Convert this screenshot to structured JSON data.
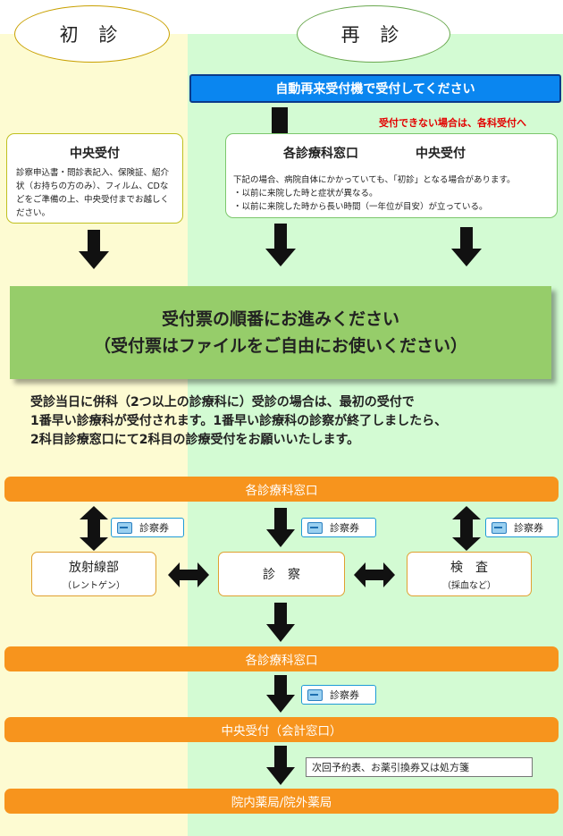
{
  "header": {
    "first_visit": "初 診",
    "return_visit": "再 診"
  },
  "auto_machine": "自動再来受付機で受付してください",
  "fallback_note": "受付できない場合は、各科受付へ",
  "first_card": {
    "title": "中央受付",
    "text": "診察申込書・問診表記入、保険証、紹介状（お持ちの方のみ）、フィルム、CDなどをご準備の上、中央受付までお越しください。"
  },
  "return_card": {
    "title_left": "各診療科窓口",
    "title_right": "中央受付",
    "lines": [
      "下記の場合、病院自体にかかっていても、「初診」となる場合があります。",
      "・以前に来院した時と症状が異なる。",
      "・以前に来院した時から長い時間（一年位が目安）が立っている。"
    ]
  },
  "ticket_box": {
    "line1": "受付票の順番にお進みください",
    "line2": "（受付票はファイルをご自由にお使いください）"
  },
  "notice": {
    "line1": "受診当日に併科（2つ以上の診療科に）受診の場合は、最初の受付で",
    "line2": "1番早い診療科が受付されます。1番早い診療科の診察が終了しましたら、",
    "line3": "2科目診療窓口にて2科目の診療受付をお願いいたします。"
  },
  "flow": {
    "dept_window_1": "各診療科窓口",
    "ticket_label": "診察券",
    "radiology": "放射線部",
    "radiology_sub": "（レントゲン）",
    "exam": "診　察",
    "test": "検　査",
    "test_sub": "（採血など）",
    "dept_window_2": "各診療科窓口",
    "central_cashier": "中央受付（会計窓口）",
    "next_docs": "次回予約表、お薬引換券又は処方箋",
    "pharmacy": "院内薬局/院外薬局"
  },
  "colors": {
    "left_background": "#fdfbd2",
    "right_background": "#d3fbd3",
    "blue_button": "#0a86f0",
    "green_box": "#96cd6a",
    "orange_bar": "#f7941d",
    "red_note": "#e30000"
  }
}
